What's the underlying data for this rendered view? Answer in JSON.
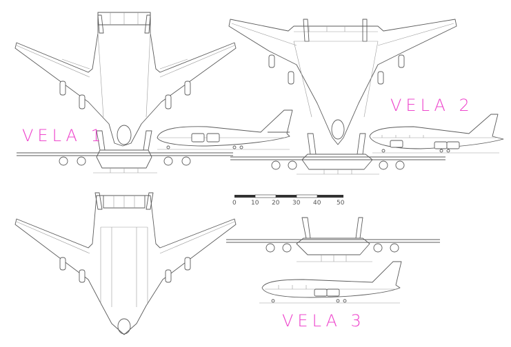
{
  "labels": {
    "vela1": "VELA 1",
    "vela2": "VELA 2",
    "vela3": "VELA 3"
  },
  "scale": {
    "ticks": [
      "0",
      "10",
      "20",
      "30",
      "40",
      "50"
    ]
  },
  "colors": {
    "label": "#ee44cc",
    "line": "#5a5a5a"
  }
}
